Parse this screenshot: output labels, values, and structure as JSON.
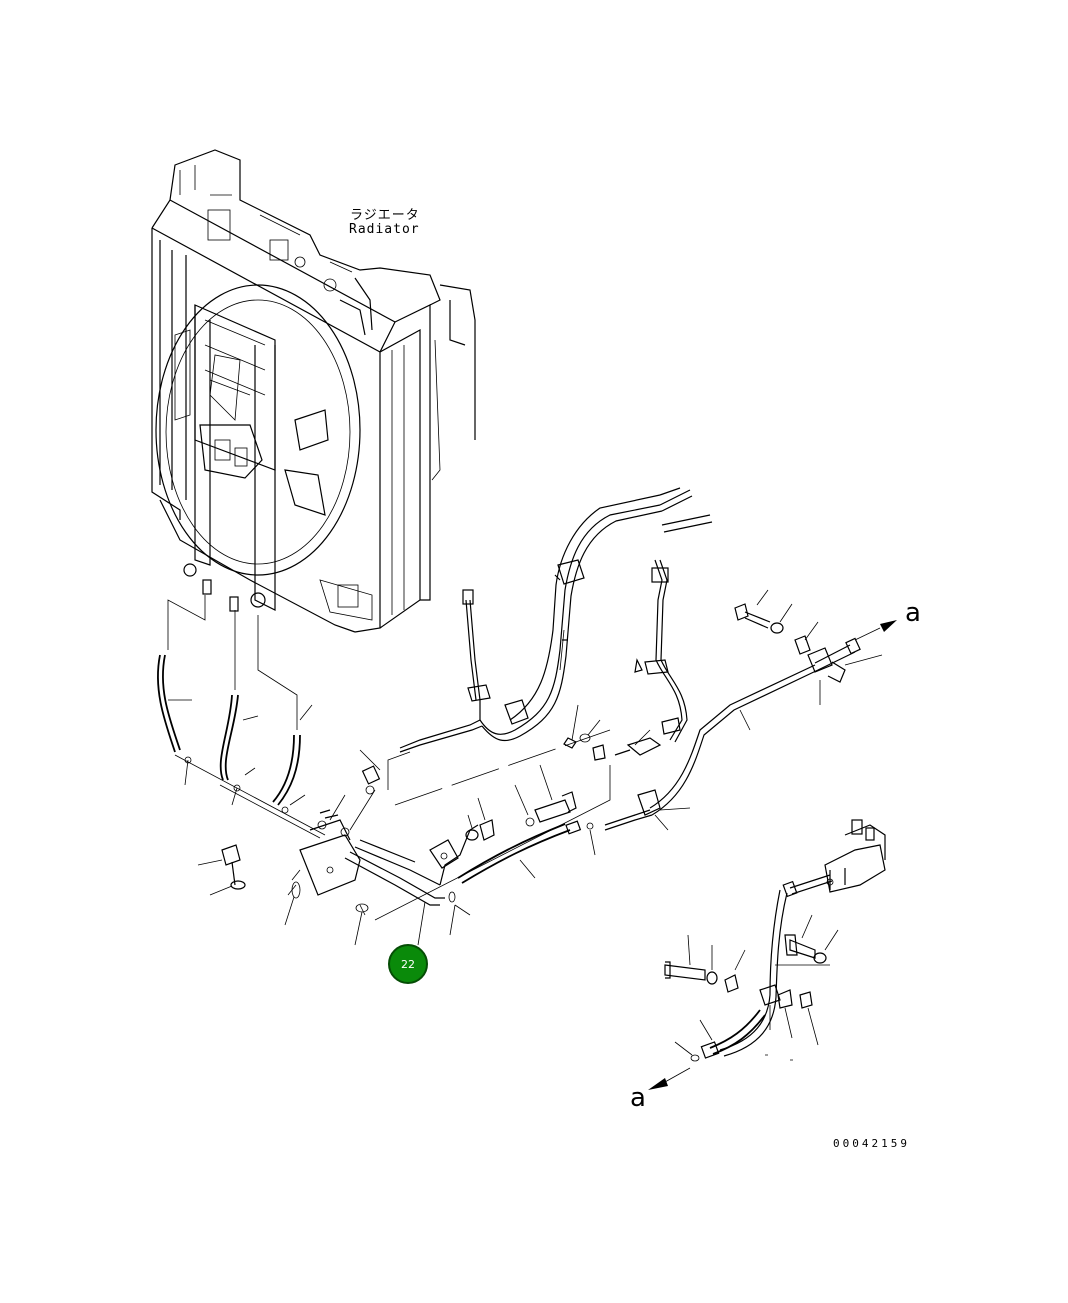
{
  "diagram": {
    "labels": {
      "radiator_jp": "ラジエータ",
      "radiator_en": "Radiator",
      "ref_top": "a",
      "ref_bottom": "a",
      "drawing_number": "00042159"
    },
    "callout": {
      "number": "22",
      "color": "#0a8a0a"
    },
    "icons": [
      "radiator-assembly",
      "fan-shroud",
      "hydraulic-hose",
      "tube-assembly",
      "clamp",
      "bolt",
      "washer",
      "nut",
      "valve-block",
      "arrow-a"
    ]
  }
}
